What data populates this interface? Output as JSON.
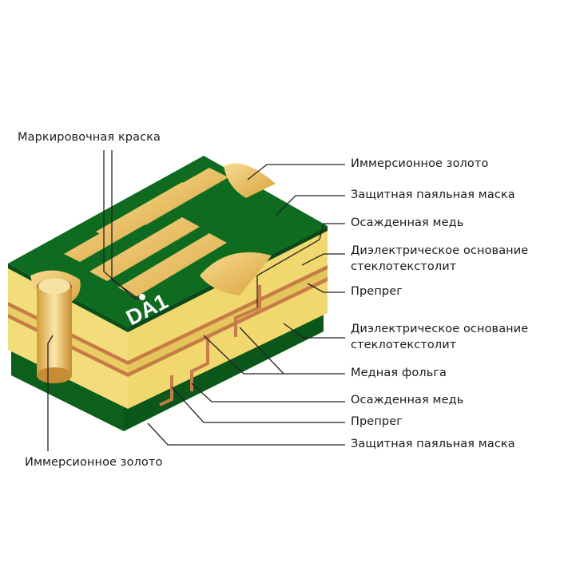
{
  "labels": {
    "marking_paint": "Маркировочная краска",
    "immersion_gold_top": "Иммерсионное золото",
    "solder_mask_top": "Защитная паяльная маска",
    "deposited_copper_top": "Осажденная медь",
    "dielectric_top_line1": "Диэлектрическое основание",
    "dielectric_top_line2": "стеклотекстолит",
    "prepreg_top": "Препрег",
    "dielectric_bottom_line1": "Диэлектрическое основание",
    "dielectric_bottom_line2": "стеклотекстолит",
    "copper_foil": "Медная фольга",
    "deposited_copper_bottom": "Осажденная медь",
    "prepreg_bottom": "Препрег",
    "solder_mask_bottom": "Защитная паяльная маска",
    "immersion_gold_bottom": "Иммерсионное золото"
  },
  "board_marking": "DA1",
  "colors": {
    "solder_mask": "#0e6b1f",
    "solder_mask_dark": "#0a4f17",
    "gold": "#e9b84c",
    "gold_light": "#f6d98a",
    "dielectric": "#f1dc78",
    "dielectric_side": "#e3c85c",
    "copper": "#cf7f4c",
    "leader_line": "#222222"
  }
}
